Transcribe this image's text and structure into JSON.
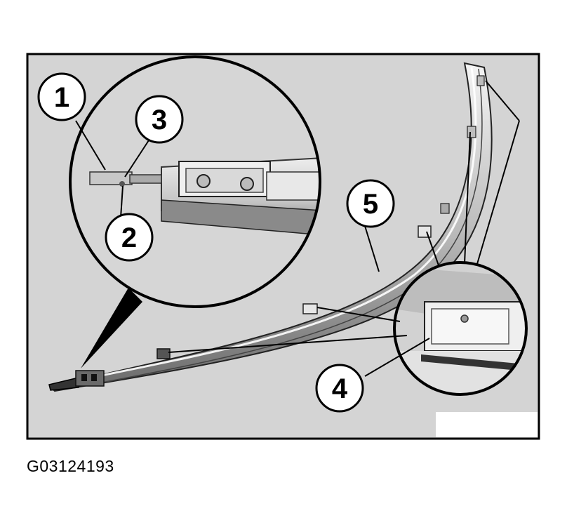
{
  "figure": {
    "code": "G03124193",
    "colors": {
      "background": "#d4d4d4",
      "frame": "#000000",
      "rail_light": "#efefef",
      "rail_mid": "#b8b8b8",
      "rail_dark": "#555555"
    },
    "callouts": [
      {
        "id": "1",
        "label": "1"
      },
      {
        "id": "2",
        "label": "2"
      },
      {
        "id": "3",
        "label": "3"
      },
      {
        "id": "4",
        "label": "4"
      },
      {
        "id": "5",
        "label": "5"
      }
    ]
  }
}
